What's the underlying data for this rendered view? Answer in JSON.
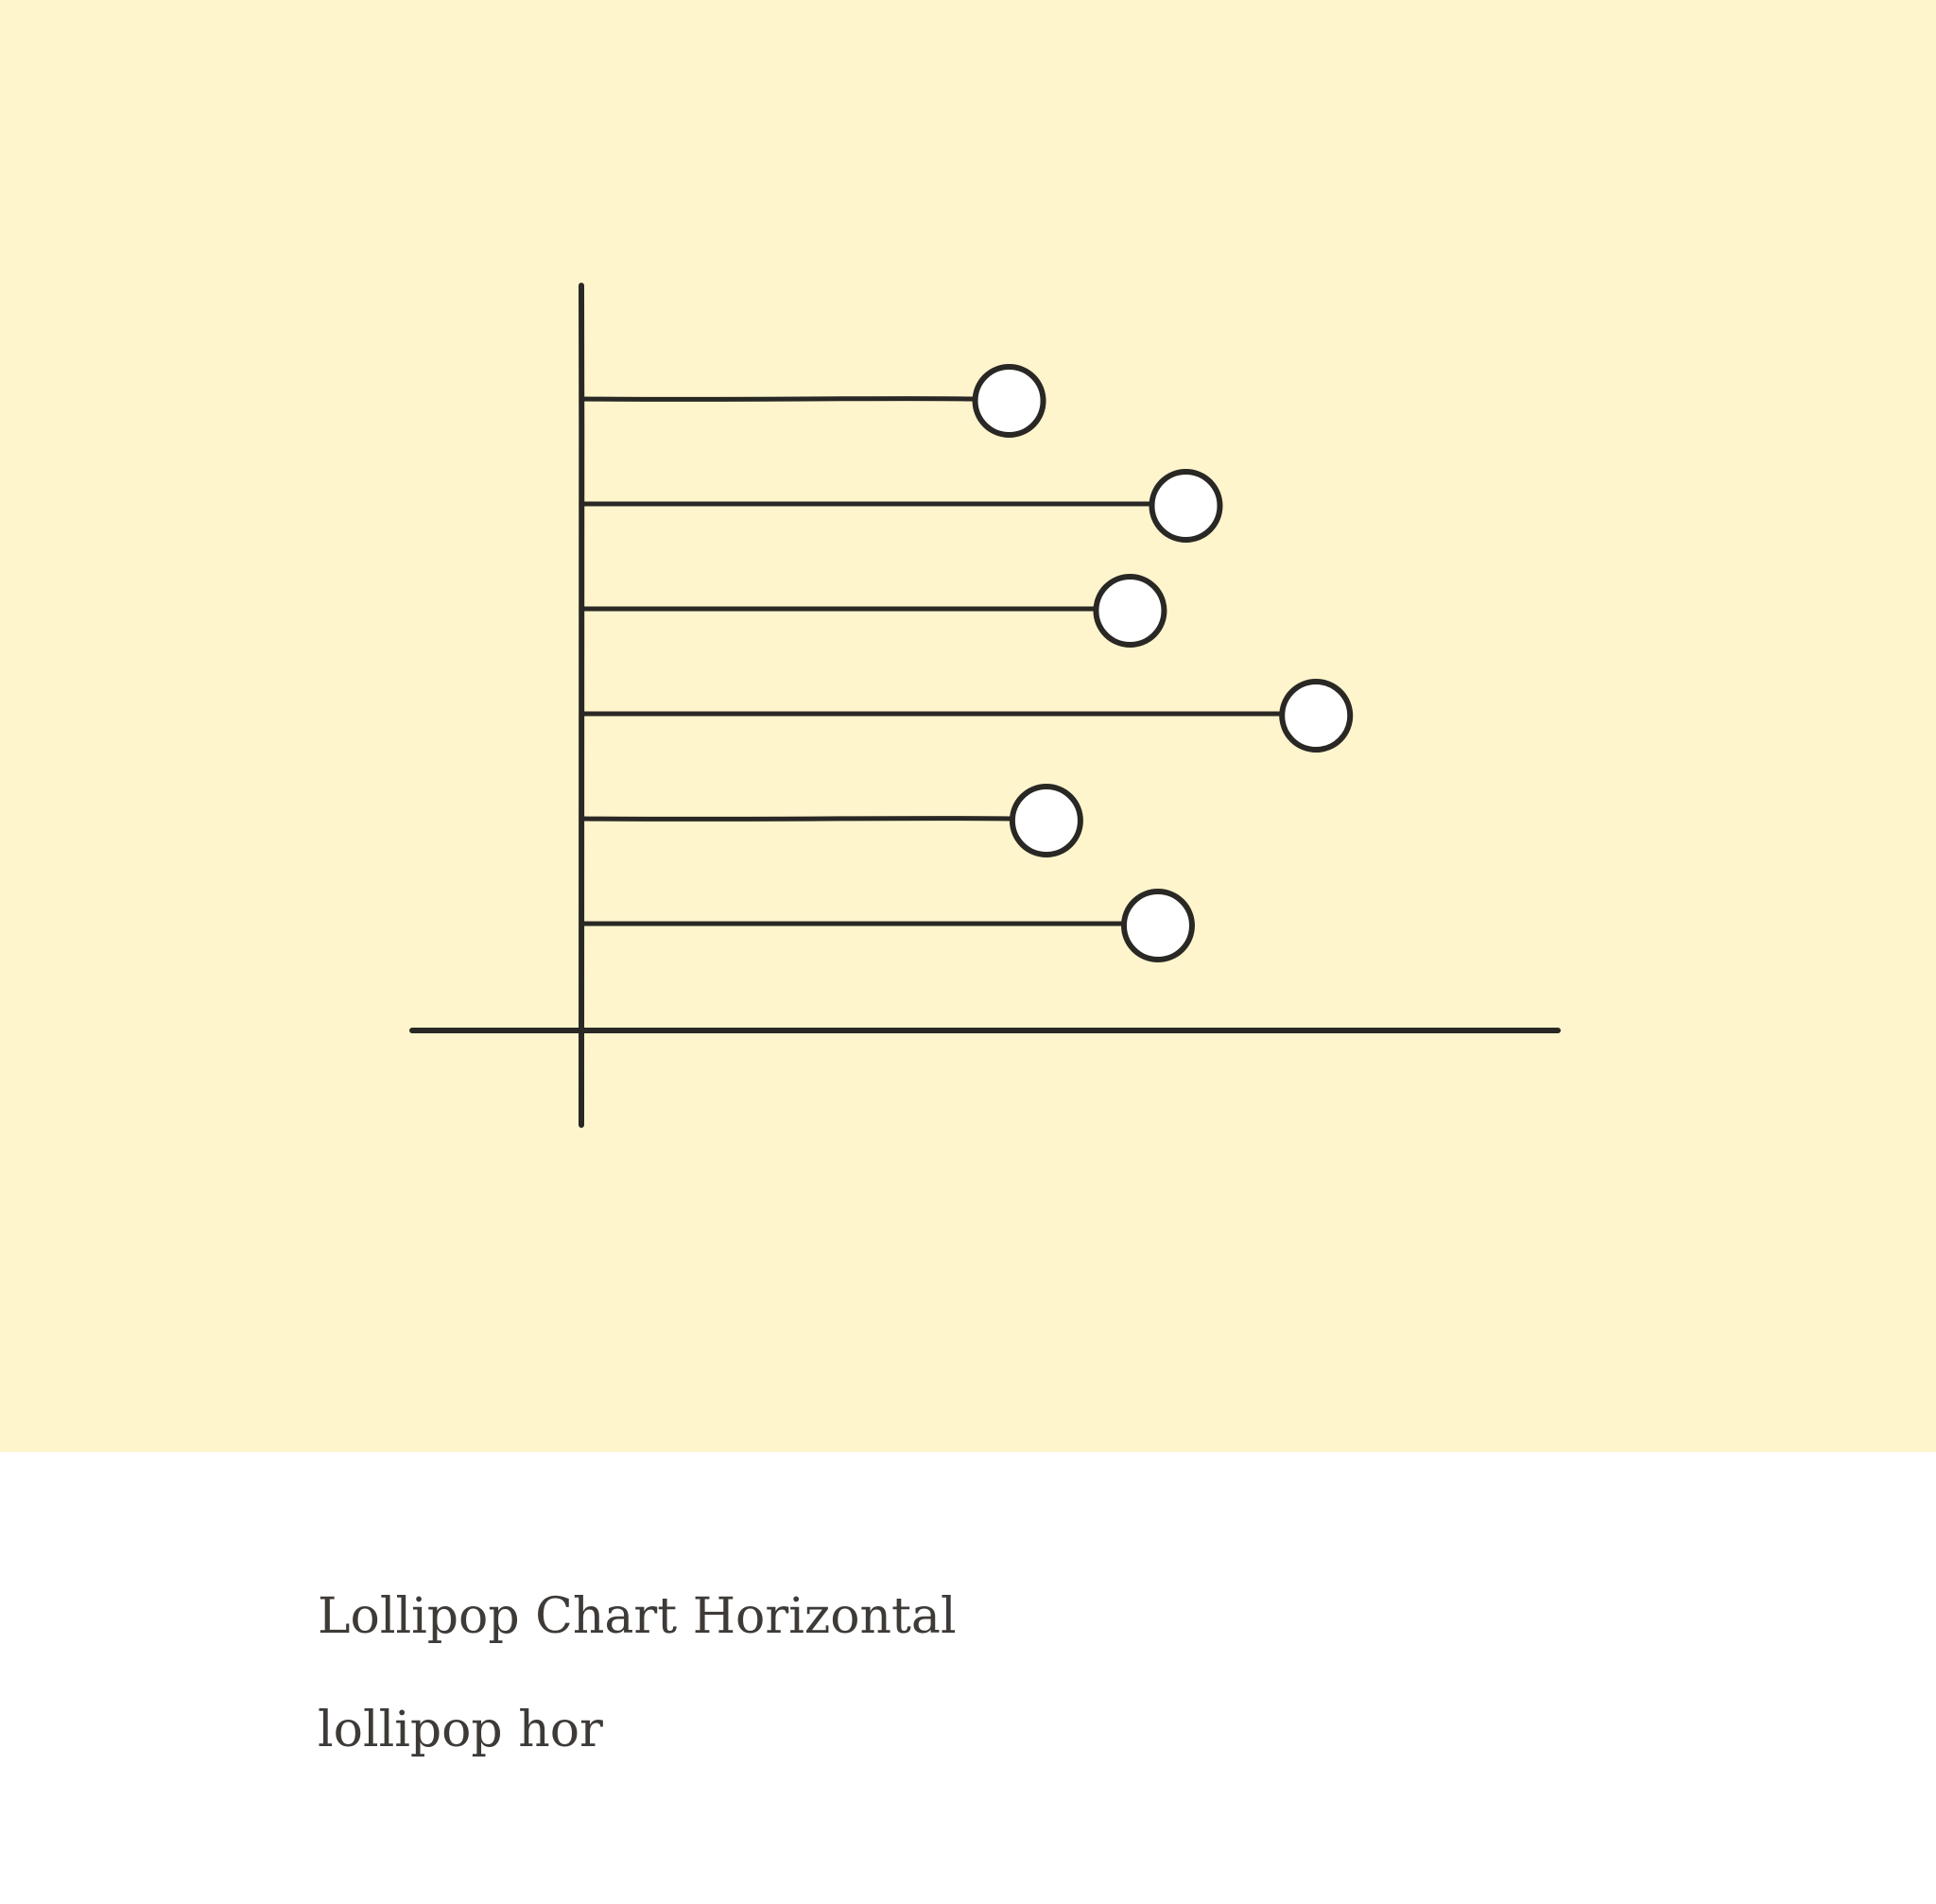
{
  "colors": {
    "background": "#fef5cd",
    "ink": "#2a2824",
    "dot_fill": "#ffffff",
    "caption_text": "#3d3a37"
  },
  "caption": {
    "title": "Lollipop Chart Horizontal",
    "subtitle": "lollipop hor"
  },
  "chart_data": {
    "type": "lollipop",
    "orientation": "horizontal",
    "style": "hand-drawn",
    "values": [
      46,
      65,
      59,
      79,
      50,
      62
    ],
    "xlim": [
      0,
      105
    ],
    "grid": false,
    "legend": "none"
  }
}
